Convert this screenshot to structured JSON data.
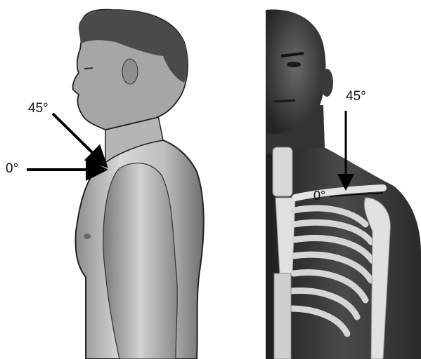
{
  "left_panel": {
    "label_45": "45°",
    "label_0": "0°"
  },
  "right_panel": {
    "label_45": "45°",
    "label_0": "0°"
  },
  "colors": {
    "arrow": "#000000",
    "background": "#ffffff",
    "skin_light": "#cfcfcf",
    "skin_dark": "#3a3a3a",
    "bone": "#e6e6e6"
  }
}
